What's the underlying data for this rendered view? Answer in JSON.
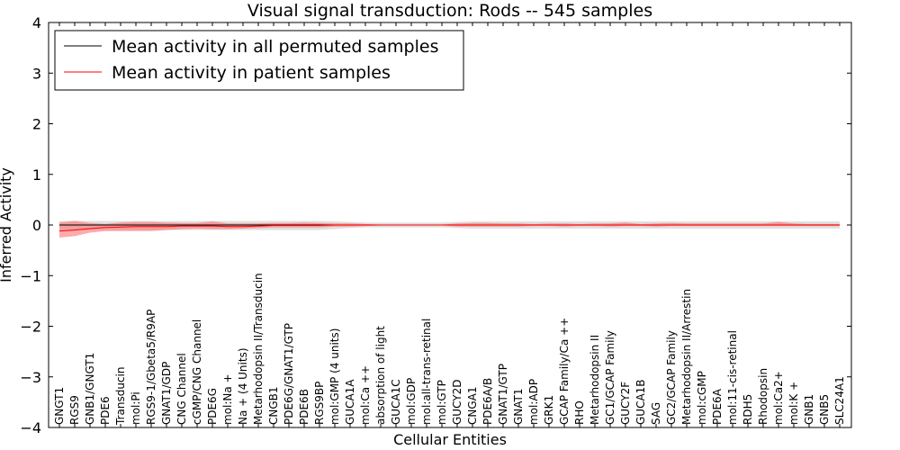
{
  "chart_data": {
    "type": "line",
    "title": "Visual signal transduction: Rods -- 545 samples",
    "xlabel": "Cellular Entities",
    "ylabel": "Inferred Activity",
    "ylim": [
      -4,
      4
    ],
    "yticks": [
      4,
      3,
      2,
      1,
      0,
      -1,
      -2,
      -3,
      -4
    ],
    "yticklabels": [
      "4",
      "3",
      "2",
      "1",
      "0",
      "−1",
      "−2",
      "−3",
      "−4"
    ],
    "legend_position": "top-left",
    "categories": [
      "GNGT1",
      "RGS9",
      "GNB1/GNGT1",
      "PDE6",
      "Transducin",
      "mol:Pi",
      "RGS9-1/Gbeta5/R9AP",
      "GNAT1/GDP",
      "CNG Channel",
      "cGMP/CNG Channel",
      "PDE6G",
      "mol:Na +",
      "Na + (4 Units)",
      "Metarhodopsin II/Transducin",
      "CNGB1",
      "PDE6G/GNAT1/GTP",
      "PDE6B",
      "RGS9BP",
      "mol:GMP (4 units)",
      "GUCA1A",
      "mol:Ca ++",
      "absorption of light",
      "GUCA1C",
      "mol:GDP",
      "mol:all-trans-retinal",
      "mol:GTP",
      "GUCY2D",
      "CNGA1",
      "PDE6A/B",
      "GNAT1/GTP",
      "GNAT1",
      "mol:ADP",
      "GRK1",
      "GCAP Family/Ca ++",
      "RHO",
      "Metarhodopsin II",
      "GC1/GCAP Family",
      "GUCY2F",
      "GUCA1B",
      "SAG",
      "GC2/GCAP Family",
      "Metarhodopsin II/Arrestin",
      "mol:cGMP",
      "PDE6A",
      "mol:11-cis-retinal",
      "RDH5",
      "Rhodopsin",
      "mol:Ca2+",
      "mol:K +",
      "GNB1",
      "GNB5",
      "SLC24A1"
    ],
    "series": [
      {
        "name": "Mean activity in all permuted samples",
        "color": "#000000",
        "band_color": "#cccccc",
        "values": [
          0.0,
          0.0,
          0.0,
          0.0,
          0.0,
          0.0,
          0.0,
          0.0,
          0.0,
          0.0,
          0.0,
          0.0,
          0.0,
          0.0,
          0.0,
          0.0,
          0.0,
          0.0,
          0.0,
          0.0,
          0.0,
          0.0,
          0.0,
          0.0,
          0.0,
          0.0,
          0.0,
          0.0,
          0.0,
          0.0,
          0.0,
          0.0,
          0.0,
          0.0,
          0.0,
          0.0,
          0.0,
          0.0,
          0.0,
          0.0,
          0.0,
          0.0,
          0.0,
          0.0,
          0.0,
          0.0,
          0.0,
          0.0,
          0.0,
          0.0,
          0.0,
          0.0
        ],
        "lower": [
          -0.1,
          -0.1,
          -0.1,
          -0.1,
          -0.1,
          -0.1,
          -0.1,
          -0.1,
          -0.1,
          -0.1,
          -0.1,
          -0.1,
          -0.1,
          -0.1,
          -0.1,
          -0.1,
          -0.1,
          -0.1,
          -0.08,
          -0.06,
          -0.05,
          -0.05,
          -0.05,
          -0.05,
          -0.05,
          -0.05,
          -0.06,
          -0.07,
          -0.07,
          -0.07,
          -0.07,
          -0.07,
          -0.07,
          -0.07,
          -0.07,
          -0.07,
          -0.07,
          -0.07,
          -0.07,
          -0.07,
          -0.07,
          -0.07,
          -0.07,
          -0.07,
          -0.07,
          -0.07,
          -0.07,
          -0.07,
          -0.07,
          -0.07,
          -0.07,
          -0.07
        ],
        "upper": [
          0.08,
          0.08,
          0.08,
          0.08,
          0.08,
          0.08,
          0.08,
          0.08,
          0.08,
          0.08,
          0.08,
          0.08,
          0.08,
          0.08,
          0.08,
          0.08,
          0.08,
          0.08,
          0.07,
          0.06,
          0.05,
          0.05,
          0.05,
          0.05,
          0.05,
          0.05,
          0.06,
          0.07,
          0.07,
          0.07,
          0.07,
          0.07,
          0.07,
          0.07,
          0.07,
          0.07,
          0.07,
          0.07,
          0.07,
          0.07,
          0.07,
          0.07,
          0.07,
          0.07,
          0.07,
          0.07,
          0.07,
          0.07,
          0.07,
          0.07,
          0.07,
          0.07
        ]
      },
      {
        "name": "Mean activity in patient samples",
        "color": "#ff0000",
        "band_color": "#ff6666",
        "values": [
          -0.12,
          -0.1,
          -0.07,
          -0.05,
          -0.04,
          -0.03,
          -0.03,
          -0.03,
          -0.02,
          -0.02,
          -0.02,
          -0.03,
          -0.03,
          -0.02,
          -0.01,
          -0.01,
          -0.01,
          -0.01,
          0.0,
          0.0,
          0.0,
          0.0,
          0.0,
          0.0,
          0.0,
          0.0,
          0.0,
          0.0,
          0.0,
          0.0,
          0.0,
          0.0,
          0.0,
          0.0,
          0.0,
          0.0,
          0.0,
          0.0,
          0.0,
          0.0,
          0.0,
          0.0,
          0.0,
          0.0,
          0.0,
          0.0,
          0.0,
          0.0,
          0.0,
          0.0,
          0.0,
          0.0
        ],
        "lower": [
          -0.25,
          -0.22,
          -0.15,
          -0.12,
          -0.12,
          -0.12,
          -0.12,
          -0.1,
          -0.08,
          -0.07,
          -0.08,
          -0.08,
          -0.07,
          -0.06,
          -0.05,
          -0.05,
          -0.05,
          -0.05,
          -0.03,
          -0.03,
          -0.02,
          -0.01,
          -0.01,
          -0.01,
          -0.01,
          -0.01,
          -0.03,
          -0.03,
          -0.03,
          -0.03,
          -0.03,
          -0.02,
          -0.02,
          -0.03,
          -0.02,
          -0.02,
          -0.03,
          -0.02,
          -0.02,
          -0.03,
          -0.02,
          -0.02,
          -0.02,
          -0.02,
          -0.02,
          -0.02,
          -0.02,
          -0.02,
          -0.02,
          -0.02,
          -0.02,
          -0.02
        ],
        "upper": [
          0.05,
          0.08,
          0.04,
          0.02,
          0.05,
          0.06,
          0.06,
          0.05,
          0.04,
          0.04,
          0.07,
          0.03,
          0.03,
          0.03,
          0.04,
          0.04,
          0.05,
          0.04,
          0.03,
          0.03,
          0.02,
          0.01,
          0.01,
          0.01,
          0.01,
          0.01,
          0.03,
          0.04,
          0.04,
          0.03,
          0.03,
          0.02,
          0.03,
          0.03,
          0.02,
          0.03,
          0.03,
          0.05,
          0.02,
          0.03,
          0.04,
          0.03,
          0.03,
          0.03,
          0.03,
          0.03,
          0.03,
          0.06,
          0.03,
          0.02,
          0.02,
          0.02
        ]
      }
    ]
  }
}
